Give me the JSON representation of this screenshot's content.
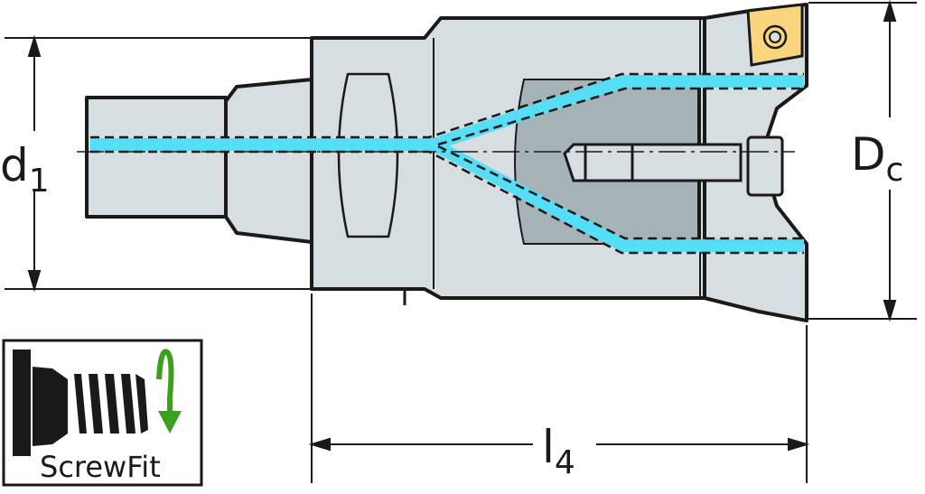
{
  "dimensions": {
    "d1": {
      "main": "d",
      "sub": "1"
    },
    "dc": {
      "main": "D",
      "sub": "c"
    },
    "l4": {
      "main": "l",
      "sub": "4"
    }
  },
  "logo": {
    "text": "ScrewFit"
  },
  "colors": {
    "body": "#d6dee1",
    "body_dark": "#a6b3b6",
    "coolant": "#55def5",
    "insert": "#f8d57e",
    "arrow_green": "#3aa01e",
    "line": "#1a1a1a"
  }
}
